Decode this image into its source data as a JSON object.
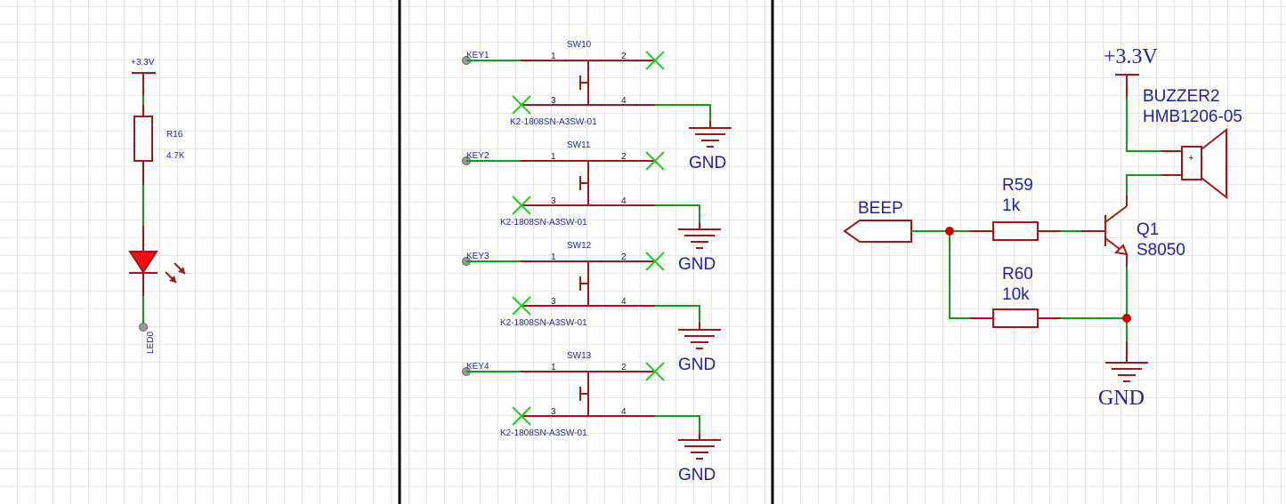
{
  "led_section": {
    "power_label": "+3.3V",
    "resistor_ref": "R16",
    "resistor_value": "4.7K",
    "net_label": "LED0"
  },
  "key_section": {
    "switches": [
      {
        "net": "KEY1",
        "ref": "SW10",
        "part": "K2-1808SN-A3SW-01",
        "ground": ""
      },
      {
        "net": "KEY2",
        "ref": "SW11",
        "part": "K2-1808SN-A3SW-01",
        "ground": "GND"
      },
      {
        "net": "KEY3",
        "ref": "SW12",
        "part": "K2-1808SN-A3SW-01",
        "ground": "GND"
      },
      {
        "net": "KEY4",
        "ref": "SW13",
        "part": "K2-1808SN-A3SW-01",
        "ground": "GND"
      }
    ],
    "pins": [
      "1",
      "2",
      "3",
      "4"
    ],
    "first_ground": "GND"
  },
  "buzzer_section": {
    "power_label": "+3.3V",
    "buzzer_ref": "BUZZER2",
    "buzzer_part": "HMB1206-05",
    "port_label": "BEEP",
    "r1_ref": "R59",
    "r1_value": "1k",
    "r2_ref": "R60",
    "r2_value": "10k",
    "transistor_ref": "Q1",
    "transistor_part": "S8050",
    "ground_label": "GND",
    "plus_sign": "+"
  },
  "colors": {
    "wire": "#1a9a1a",
    "part": "#a01818",
    "label": "#1e1eaa",
    "no_connect": "#22cc22",
    "led_fill": "#ee1111",
    "separator": "#000000"
  }
}
